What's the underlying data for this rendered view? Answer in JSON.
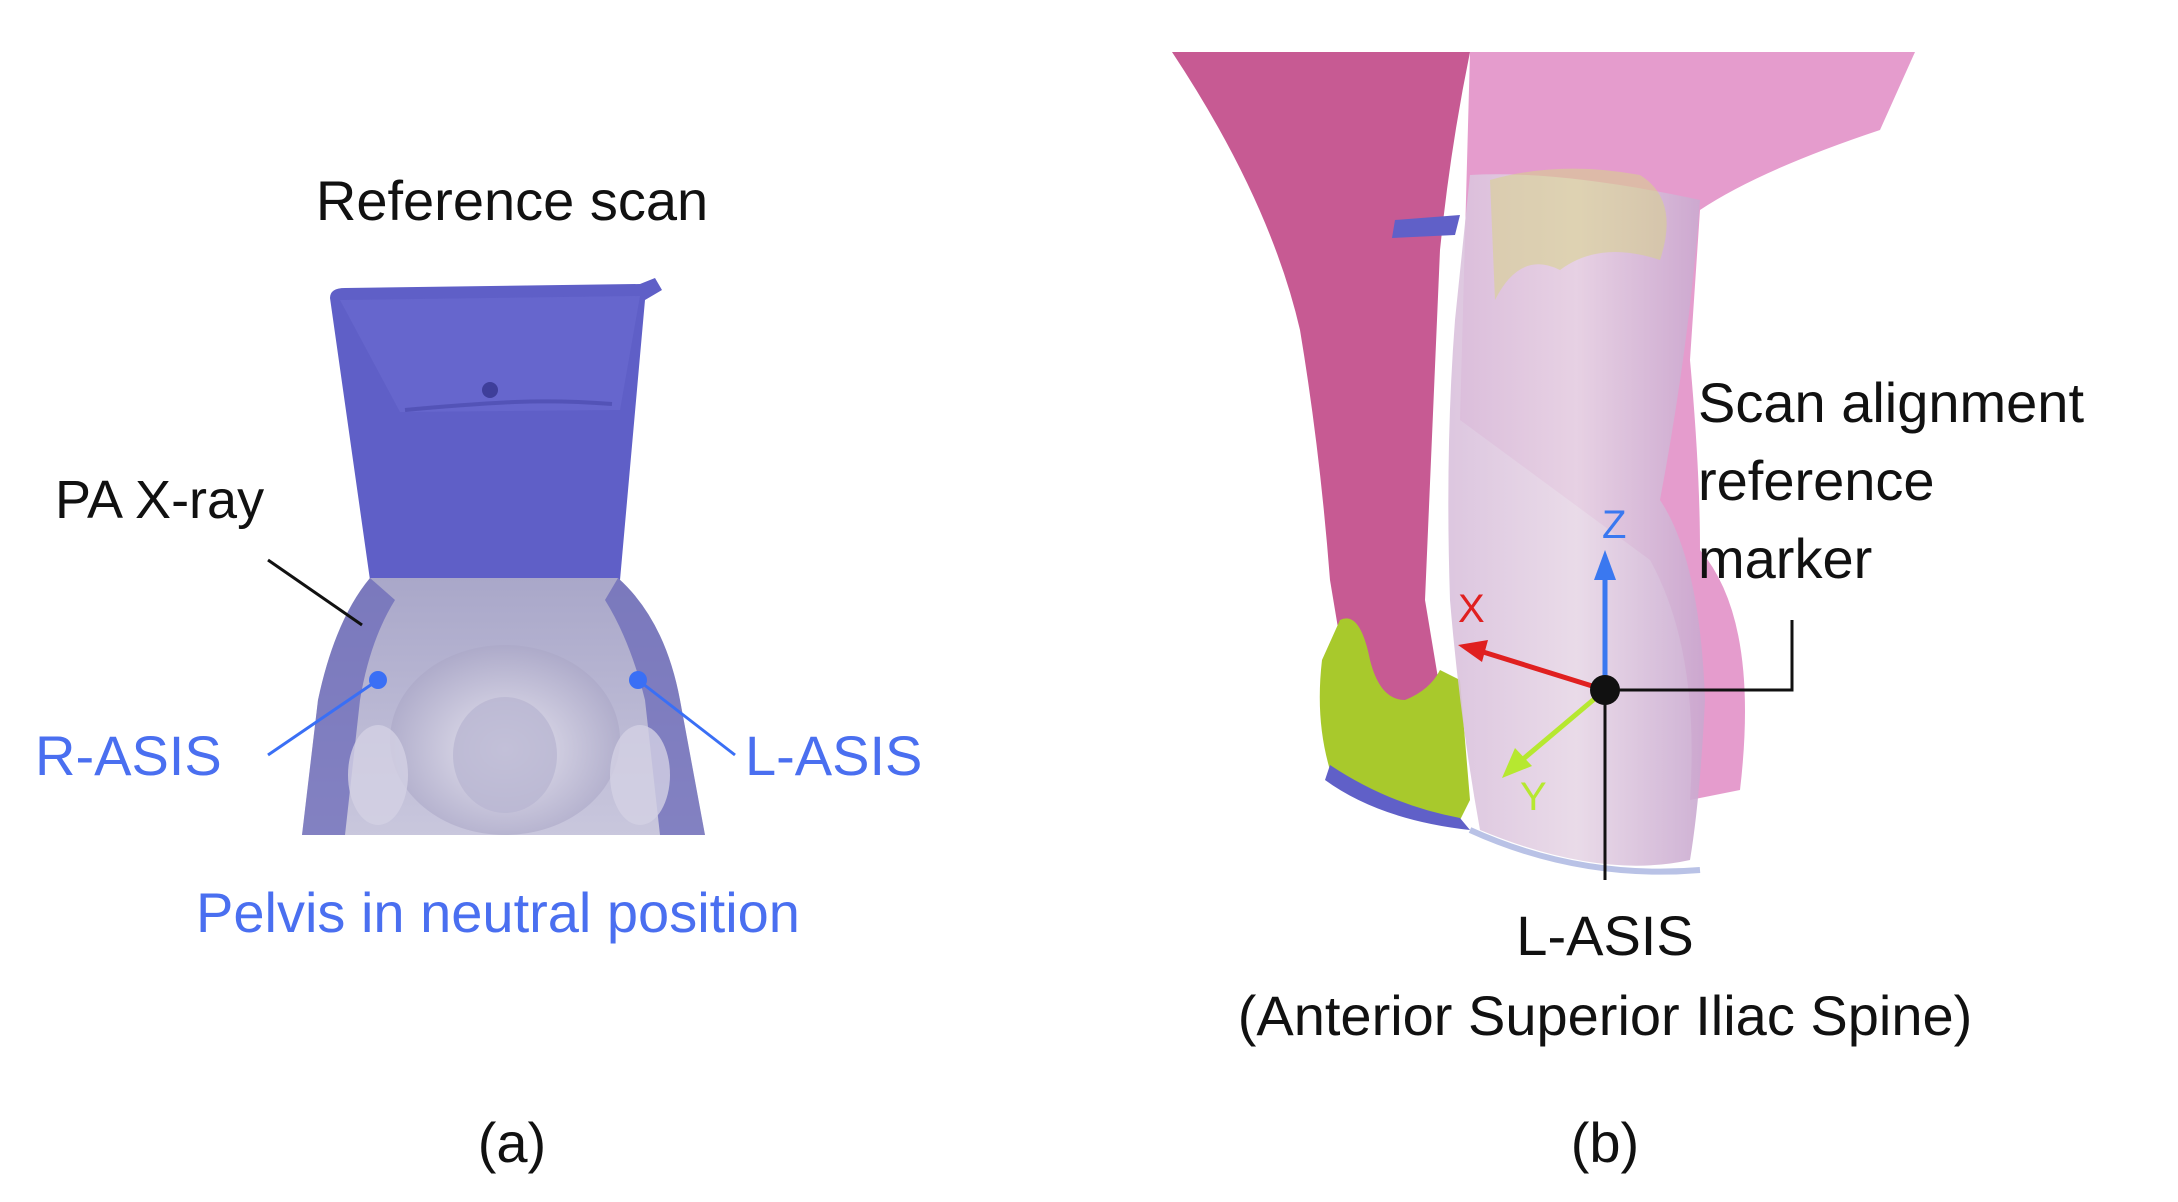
{
  "panel_a": {
    "title": "Reference scan",
    "xray_label": "PA X-ray",
    "r_asis_label": "R-ASIS",
    "l_asis_label": "L-ASIS",
    "caption": "Pelvis in neutral position",
    "panel_label": "(a)"
  },
  "panel_b": {
    "marker_label_line1": "Scan alignment",
    "marker_label_line2": "reference",
    "marker_label_line3": "marker",
    "axis_z": "Z",
    "axis_x": "X",
    "axis_y": "Y",
    "l_asis_label": "L-ASIS",
    "l_asis_full": "(Anterior Superior Iliac Spine)",
    "panel_label": "(b)"
  },
  "colors": {
    "scan_blue": "#5f5fc7",
    "label_blue": "#4a6ff0",
    "torso_pink": "#c75a93",
    "torso_light_pink": "#e59ccd",
    "green_yellow": "#a8c92c",
    "axis_red": "#e02020",
    "axis_blue": "#3a78f0",
    "axis_green": "#b6e830"
  }
}
